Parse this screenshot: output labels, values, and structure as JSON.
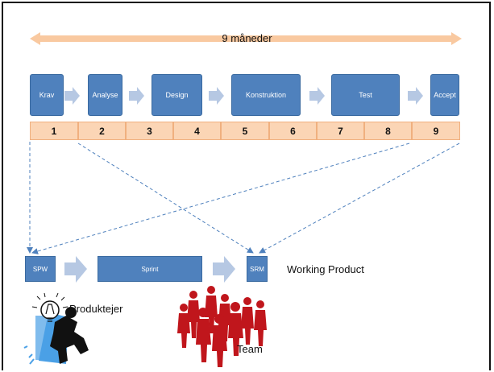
{
  "timeline": {
    "label": "9 måneder"
  },
  "phases": [
    {
      "label": "Krav"
    },
    {
      "label": "Analyse"
    },
    {
      "label": "Design"
    },
    {
      "label": "Konstruktion"
    },
    {
      "label": "Test"
    },
    {
      "label": "Accept"
    }
  ],
  "months": [
    "1",
    "2",
    "3",
    "4",
    "5",
    "6",
    "7",
    "8",
    "9"
  ],
  "scrum": {
    "spw": "SPW",
    "sprint": "Sprint",
    "srm": "SRM",
    "result": "Working Product"
  },
  "roles": {
    "owner": "Produktejer",
    "team": "Team"
  },
  "colors": {
    "phase_blue": "#4f81bd",
    "month_peach": "#fbd5b5",
    "arrow_light_blue": "#b6c8e3",
    "timeline_orange": "#f9c9a0",
    "dashed_line": "#4f81bd",
    "figure_red": "#c0161c"
  }
}
